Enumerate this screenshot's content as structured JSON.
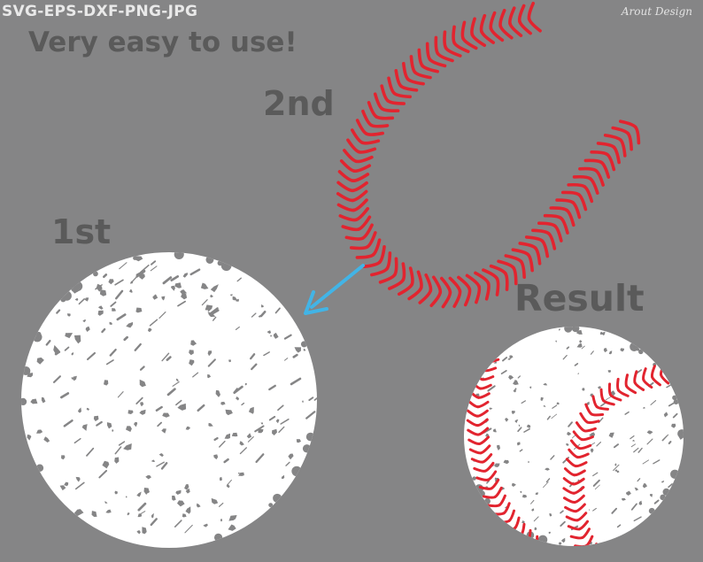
{
  "header": {
    "formats": "SVG-EPS-DXF-PNG-JPG",
    "tagline": "Very easy to use!",
    "brand": "Arout Design"
  },
  "labels": {
    "step_1": "1st",
    "step_2": "2nd",
    "result": "Result"
  },
  "colors": {
    "background": "#858586",
    "text": "#5a5a5a",
    "stitch_red": "#e2242f",
    "ball_white": "#ffffff",
    "arrow_blue": "#42b4e6"
  },
  "icons": {
    "arrow": "arrow-icon"
  }
}
